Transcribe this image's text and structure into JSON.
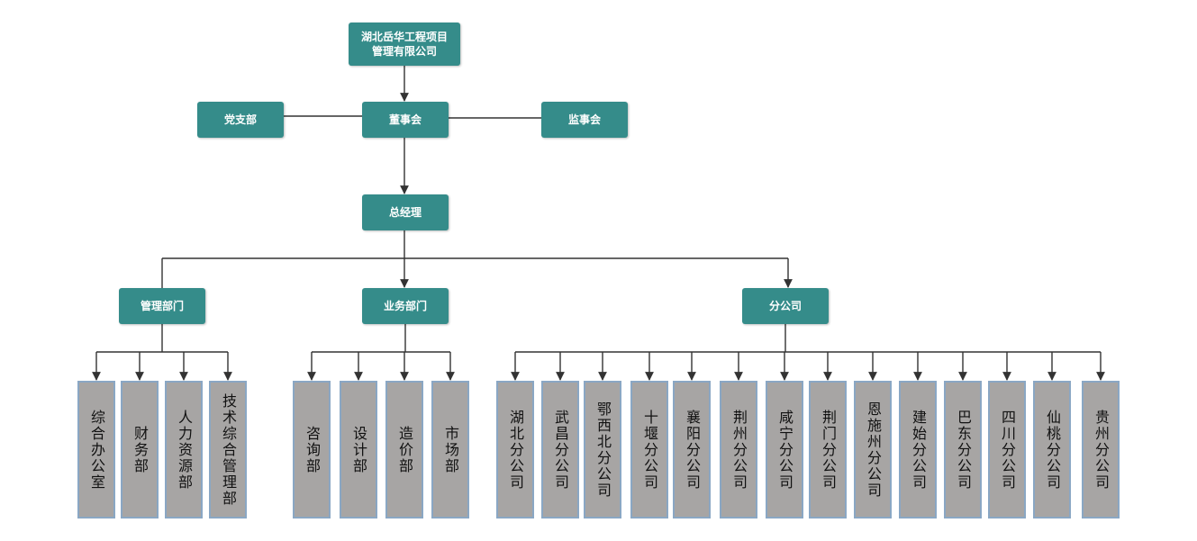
{
  "colors": {
    "node_fill": "#358c8a",
    "node_text": "#ffffff",
    "leaf_fill": "#a7a5a4",
    "leaf_border": "#8aa7c4",
    "line": "#333333"
  },
  "org": {
    "company": "湖北岳华工程项目\n管理有限公司",
    "party_branch": "党支部",
    "board": "董事会",
    "supervisory_board": "监事会",
    "general_manager": "总经理",
    "divisions": {
      "management": "管理部门",
      "business": "业务部门",
      "branches": "分公司"
    },
    "management_units": [
      "综合办公室",
      "财务部",
      "人力资源部",
      "技术综合管理部"
    ],
    "business_units": [
      "咨询部",
      "设计部",
      "造价部",
      "市场部"
    ],
    "branch_units": [
      "湖北分公司",
      "武昌分公司",
      "鄂西北分公司",
      "十堰分公司",
      "襄阳分公司",
      "荆州分公司",
      "咸宁分公司",
      "荆门分公司",
      "恩施州分公司",
      "建始分公司",
      "巴东分公司",
      "四川分公司",
      "仙桃分公司",
      "贵州分公司"
    ]
  }
}
